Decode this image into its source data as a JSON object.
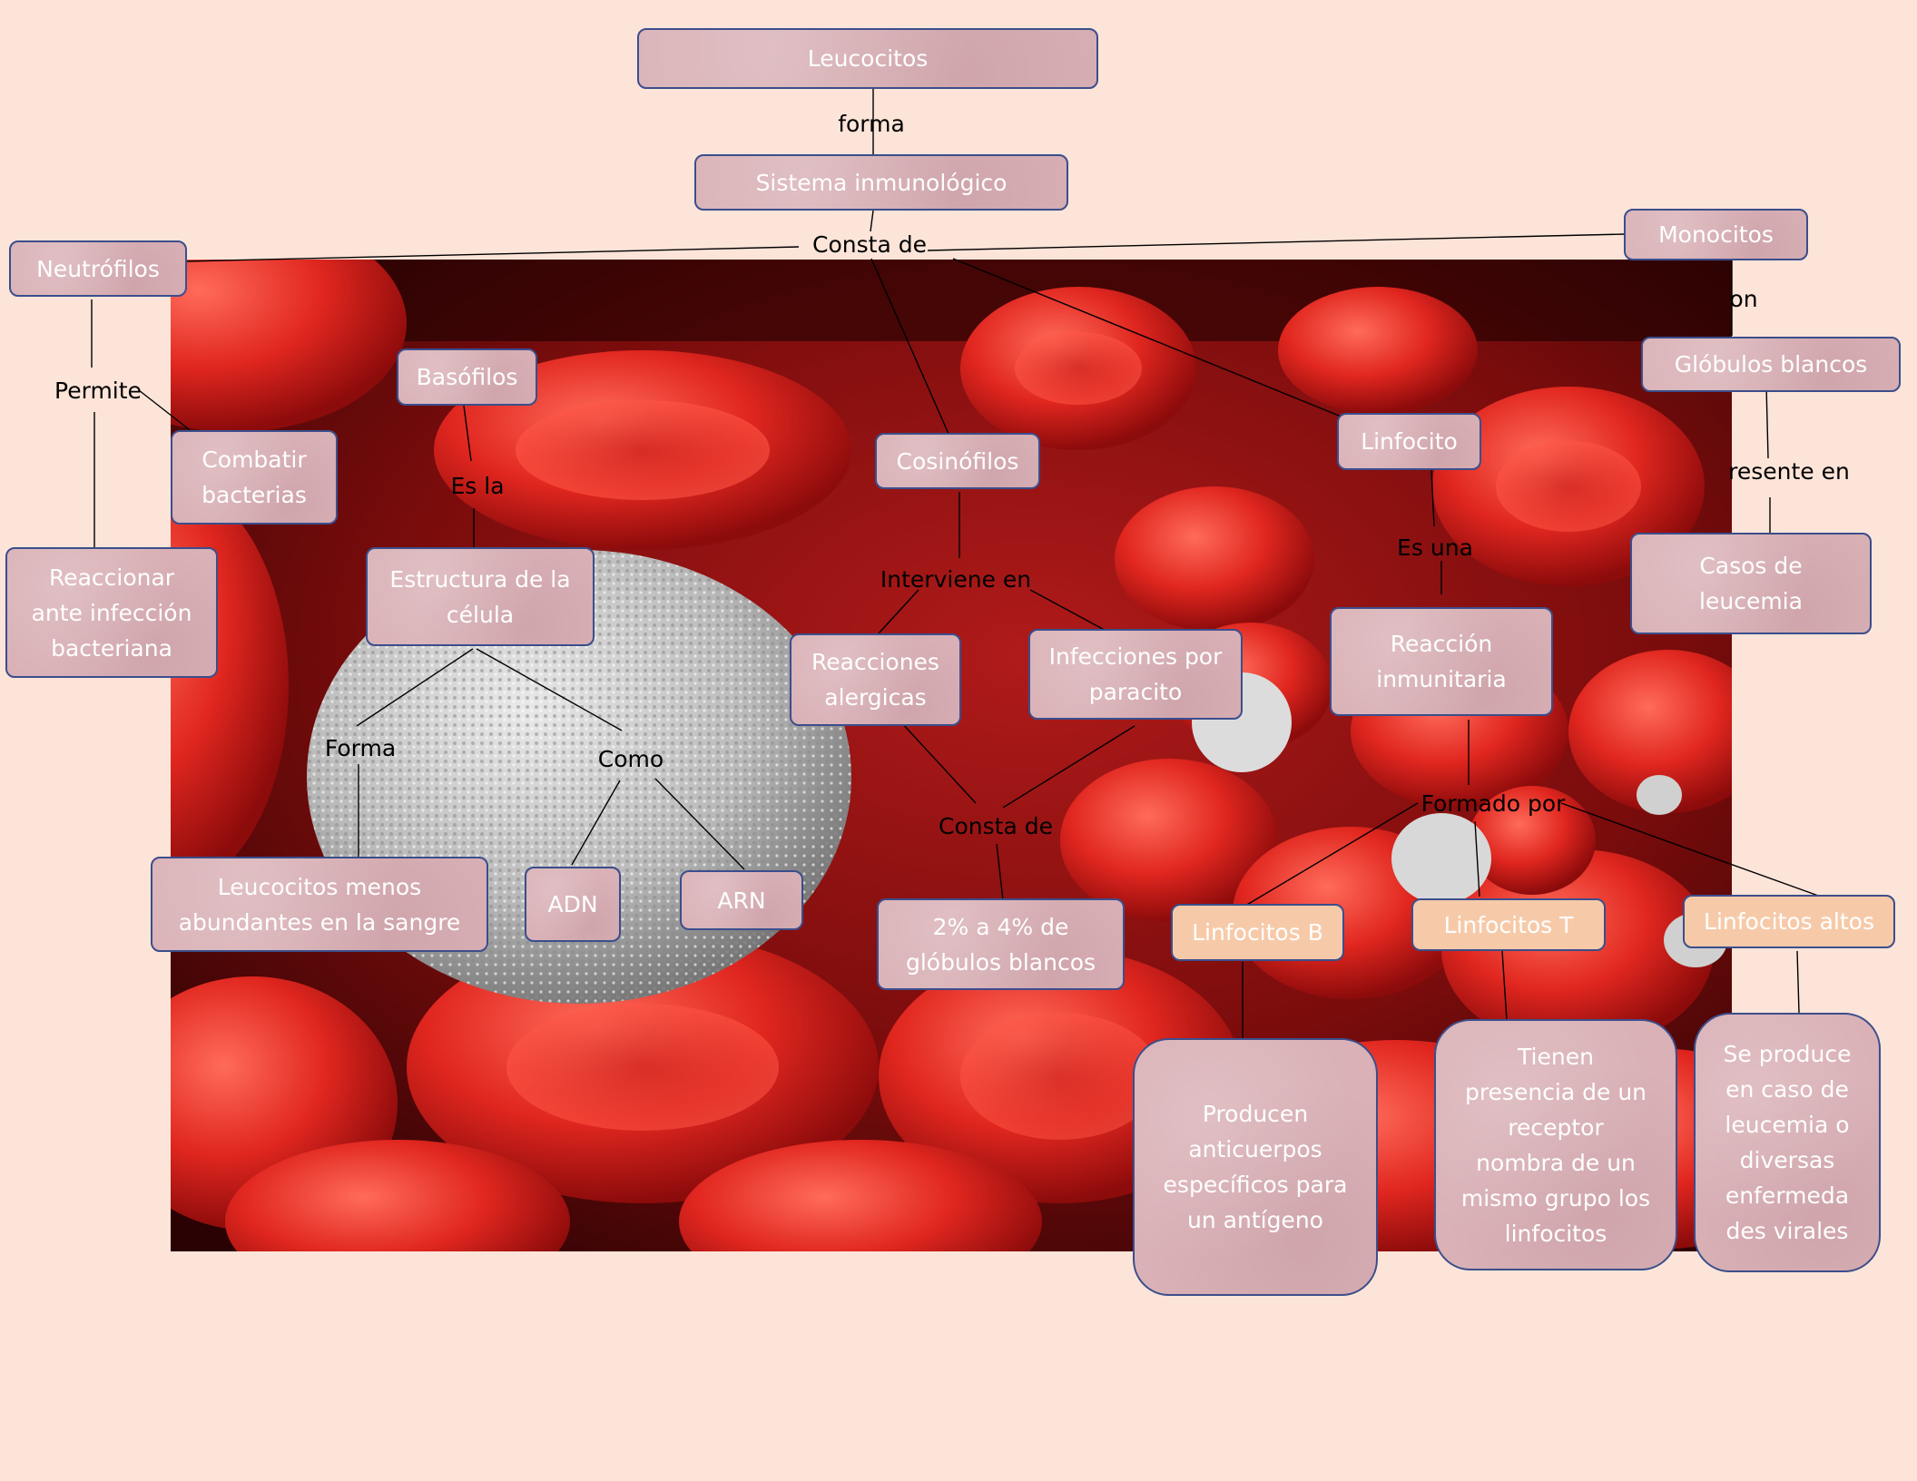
{
  "colors": {
    "page_background": "#fce4d8",
    "node_fill": "#d9b1b6",
    "node_border": "#3b4e8c",
    "node_text": "#ffffff",
    "peach_node_fill": "#f6caa9",
    "connector": "#000000"
  },
  "background_image": {
    "subject": "red-blood-cells-and-leukocyte-illustration"
  },
  "nodes": {
    "leucocitos": "Leucocitos",
    "sistema": "Sistema inmunológico",
    "neutrofilos": "Neutrófilos",
    "monocitos": "Monocitos",
    "globulos_blancos": "Glóbulos blancos",
    "basofilos": "Basófilos",
    "combatir": "Combatir\nbacterias",
    "reaccionar": "Reaccionar\nante infección\nbacteriana",
    "estructura": "Estructura de la\ncélula",
    "cosinofilos": "Cosinófilos",
    "linfocito": "Linfocito",
    "casos_leucemia": "Casos de\nleucemia",
    "reaccion_inmunitaria": "Reacción\ninmunitaria",
    "reacciones_alergicas": "Reacciones\nalergicas",
    "infecciones_paracito": "Infecciones por\nparacito",
    "leucocitos_menos": "Leucocitos menos\nabundantes en la sangre",
    "adn": "ADN",
    "arn": "ARN",
    "porcentaje": "2% a 4% de\nglóbulos blancos",
    "linfocitos_b": "Linfocitos B",
    "linfocitos_t": "Linfocitos T",
    "linfocitos_altos": "Linfocitos altos",
    "producen": "Producen\nanticuerpos\nespecíficos para\nun antígeno",
    "tienen": "Tienen\npresencia de un\nreceptor\nnombra de un\nmismo grupo los\nlinfocitos",
    "se_produce": "Se produce\nen caso de\nleucemia o\ndiversas\nenfermeda\ndes virales"
  },
  "labels": {
    "forma": "forma",
    "consta_de_top": "Consta de",
    "son": "on",
    "permite": "Permite",
    "es_la": "Es la",
    "presente_en": "resente en",
    "es_una": "Es una",
    "interviene_en": "Interviene en",
    "forma2": "Forma",
    "como": "Como",
    "consta_de_bottom": "Consta de",
    "formado_por": "Formado por"
  }
}
